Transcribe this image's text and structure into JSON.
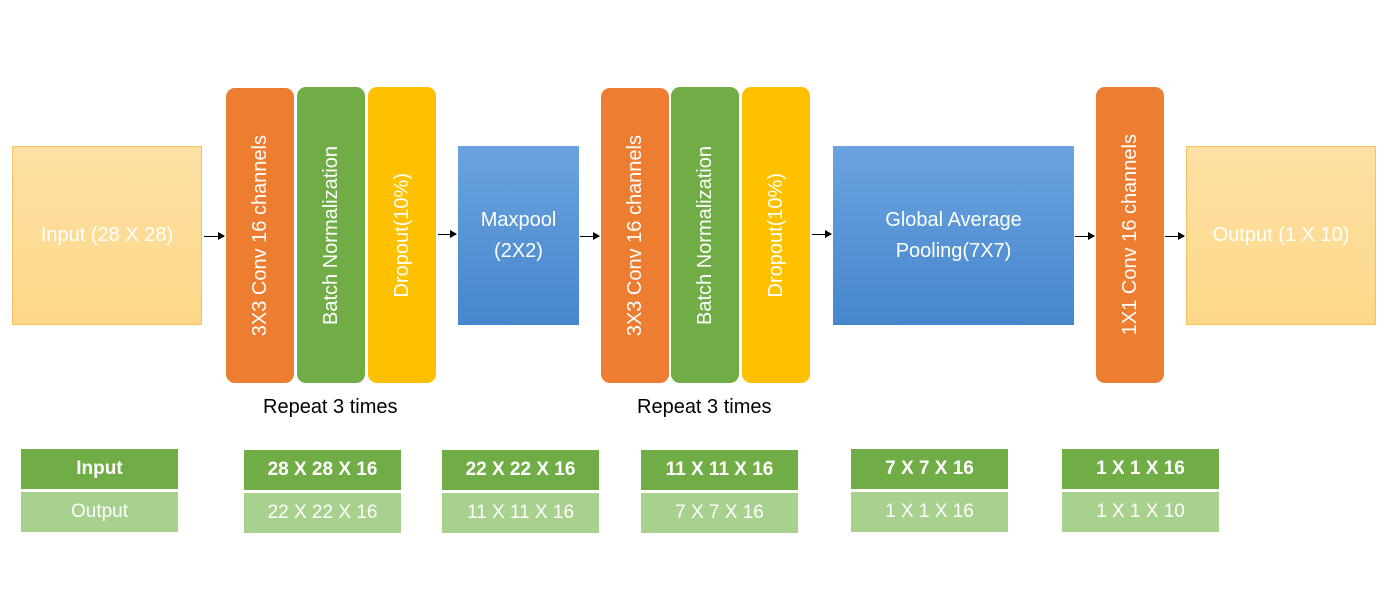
{
  "blocks": {
    "input": "Input (28 X 28)",
    "conv3_a": "3X3 Conv 16 channels",
    "bn_a": "Batch Normalization",
    "dropout_a": "Dropout(10%)",
    "maxpool": "Maxpool\n(2X2)",
    "conv3_b": "3X3 Conv 16 channels",
    "bn_b": "Batch Normalization",
    "dropout_b": "Dropout(10%)",
    "gap": "Global Average\nPooling(7X7)",
    "conv1": "1X1 Conv 16 channels",
    "output": "Output (1 X 10)"
  },
  "repeat_labels": [
    "Repeat 3 times",
    "Repeat 3 times"
  ],
  "shapes_table": [
    {
      "input": "Input",
      "output": "Output"
    },
    {
      "input": "28 X 28 X 16",
      "output": "22 X 22 X 16"
    },
    {
      "input": "22 X 22 X 16",
      "output": "11 X 11 X 16"
    },
    {
      "input": "11 X 11 X 16",
      "output": "7 X 7 X 16"
    },
    {
      "input": "7 X 7 X 16",
      "output": "1 X 1 X 16"
    },
    {
      "input": "1 X 1 X 16",
      "output": "1 X 1 X 10"
    }
  ],
  "colors": {
    "conv": "#ed7d31",
    "batchnorm": "#70ad47",
    "dropout": "#ffc000",
    "pooling": "#5b9bd5",
    "io": "#fdd889",
    "table_header": "#70ad47",
    "table_row": "#a9d18e"
  }
}
